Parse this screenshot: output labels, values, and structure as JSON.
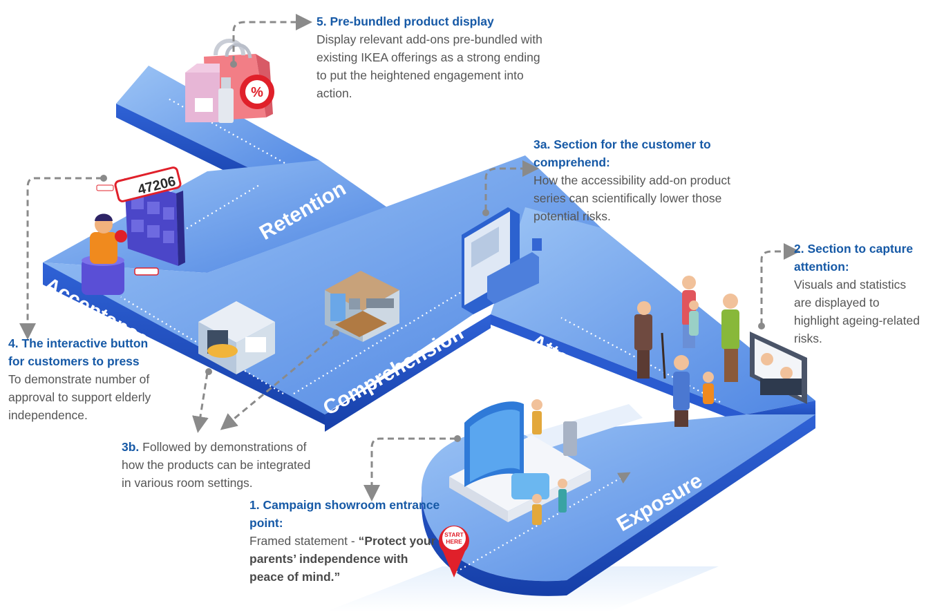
{
  "stages": {
    "retention": "Retention",
    "acceptance": "Acceptance",
    "comprehension": "Comprehension",
    "attention": "Attention",
    "exposure": "Exposure"
  },
  "pin": {
    "line1": "START",
    "line2": "HERE"
  },
  "screen_counter": "47206",
  "colors": {
    "path_light": "#8fbaf2",
    "path_mid": "#5d92e6",
    "path_dark": "#1c4fc2",
    "heading": "#1659a6",
    "body": "#555555",
    "pin": "#e0202a"
  },
  "annotations": {
    "step5": {
      "heading": "5. Pre-bundled product display",
      "body": "Display relevant add-ons pre-bundled with existing IKEA offerings as a strong ending to put the heightened engagement into action."
    },
    "step3a": {
      "heading": "3a. Section for the customer to comprehend:",
      "body": "How the accessibility add-on product series can scientifically lower those potential risks."
    },
    "step2": {
      "heading": "2. Section to capture attention:",
      "body": "Visuals and statistics are displayed to highlight ageing-related risks."
    },
    "step4": {
      "heading": "4. The interactive button for customers to press",
      "body": "To demonstrate number of approval to support elderly independence."
    },
    "step3b": {
      "label": "3b.",
      "body": "Followed by demonstrations of how the products can be integrated in various room settings."
    },
    "step1": {
      "heading": "1. Campaign showroom entrance point:",
      "body_prefix": "Framed statement - ",
      "body_quote": "“Protect your parents’ independence with peace of mind.”"
    }
  }
}
